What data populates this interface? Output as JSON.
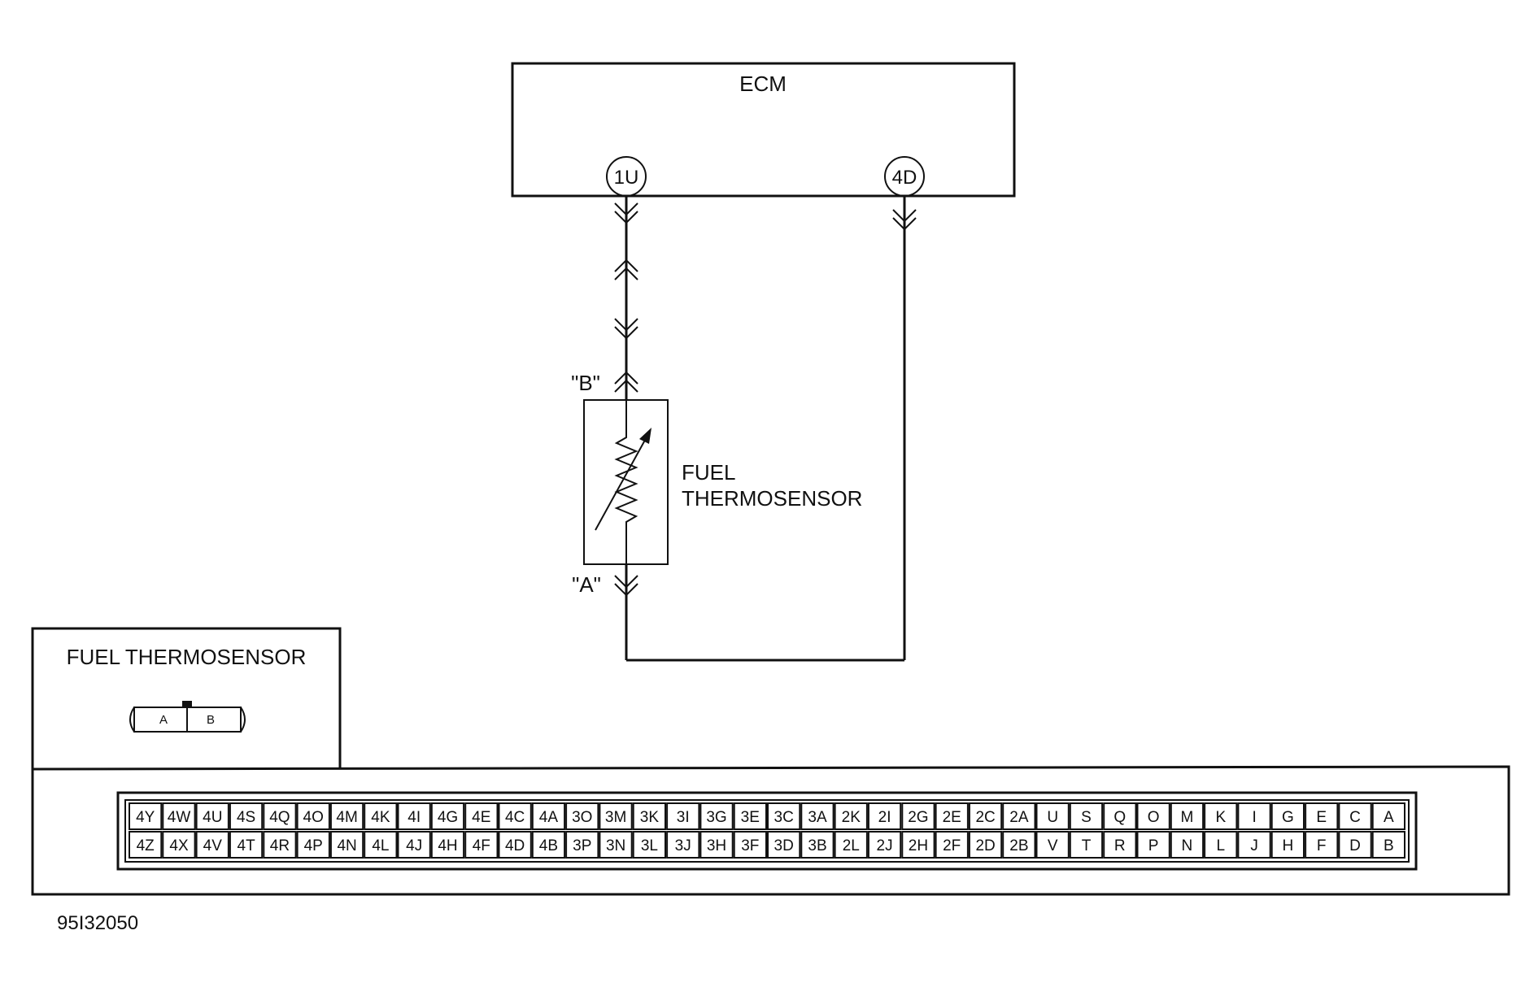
{
  "ecm": {
    "label": "ECM",
    "terminal_1u": "1U",
    "terminal_4d": "4D"
  },
  "sensor": {
    "name_line1": "FUEL",
    "name_line2": "THERMOSENSOR",
    "terminal_b": "\"B\"",
    "terminal_a": "\"A\""
  },
  "connector_view": {
    "title": "FUEL THERMOSENSOR",
    "pin_a": "A",
    "pin_b": "B"
  },
  "ecm_connector": {
    "top_row": [
      "4Y",
      "4W",
      "4U",
      "4S",
      "4Q",
      "4O",
      "4M",
      "4K",
      "4I",
      "4G",
      "4E",
      "4C",
      "4A",
      "3O",
      "3M",
      "3K",
      "3I",
      "3G",
      "3E",
      "3C",
      "3A",
      "2K",
      "2I",
      "2G",
      "2E",
      "2C",
      "2A",
      "U",
      "S",
      "Q",
      "O",
      "M",
      "K",
      "I",
      "G",
      "E",
      "C",
      "A"
    ],
    "bottom_row": [
      "4Z",
      "4X",
      "4V",
      "4T",
      "4R",
      "4P",
      "4N",
      "4L",
      "4J",
      "4H",
      "4F",
      "4D",
      "4B",
      "3P",
      "3N",
      "3L",
      "3J",
      "3H",
      "3F",
      "3D",
      "3B",
      "2L",
      "2J",
      "2H",
      "2F",
      "2D",
      "2B",
      "V",
      "T",
      "R",
      "P",
      "N",
      "L",
      "J",
      "H",
      "F",
      "D",
      "B"
    ]
  },
  "figure_id": "95I32050"
}
